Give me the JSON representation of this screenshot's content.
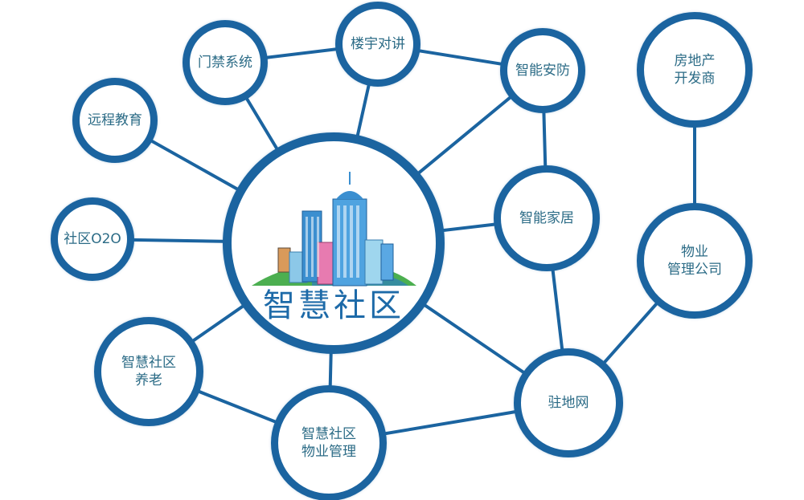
{
  "title": "智慧社区",
  "colors": {
    "ring": "#1b64a0",
    "text": "#2b6b86",
    "background": "#ffffff"
  },
  "center": {
    "label": "智慧社区",
    "icon": "city-buildings-illustration"
  },
  "nodes": [
    {
      "id": "remote-education",
      "label": "远程教育"
    },
    {
      "id": "access-control",
      "label": "门禁系统"
    },
    {
      "id": "building-intercom",
      "label": "楼宇对讲"
    },
    {
      "id": "smart-security",
      "label": "智能安防"
    },
    {
      "id": "real-estate",
      "label": "房地产\n开发商"
    },
    {
      "id": "smart-home",
      "label": "智能家居"
    },
    {
      "id": "community-o2o",
      "label": "社区O2O"
    },
    {
      "id": "property-company",
      "label": "物业\n管理公司"
    },
    {
      "id": "elderly-care",
      "label": "智慧社区\n养老"
    },
    {
      "id": "residential-network",
      "label": "驻地网"
    },
    {
      "id": "property-management",
      "label": "智慧社区\n物业管理"
    }
  ],
  "edges": [
    [
      "center",
      "remote-education"
    ],
    [
      "center",
      "access-control"
    ],
    [
      "center",
      "building-intercom"
    ],
    [
      "center",
      "smart-security"
    ],
    [
      "center",
      "smart-home"
    ],
    [
      "center",
      "community-o2o"
    ],
    [
      "center",
      "elderly-care"
    ],
    [
      "center",
      "property-management"
    ],
    [
      "center",
      "residential-network"
    ],
    [
      "access-control",
      "building-intercom"
    ],
    [
      "building-intercom",
      "smart-security"
    ],
    [
      "smart-security",
      "smart-home"
    ],
    [
      "smart-home",
      "residential-network"
    ],
    [
      "residential-network",
      "property-company"
    ],
    [
      "property-company",
      "real-estate"
    ],
    [
      "elderly-care",
      "property-management"
    ],
    [
      "property-management",
      "residential-network"
    ]
  ]
}
